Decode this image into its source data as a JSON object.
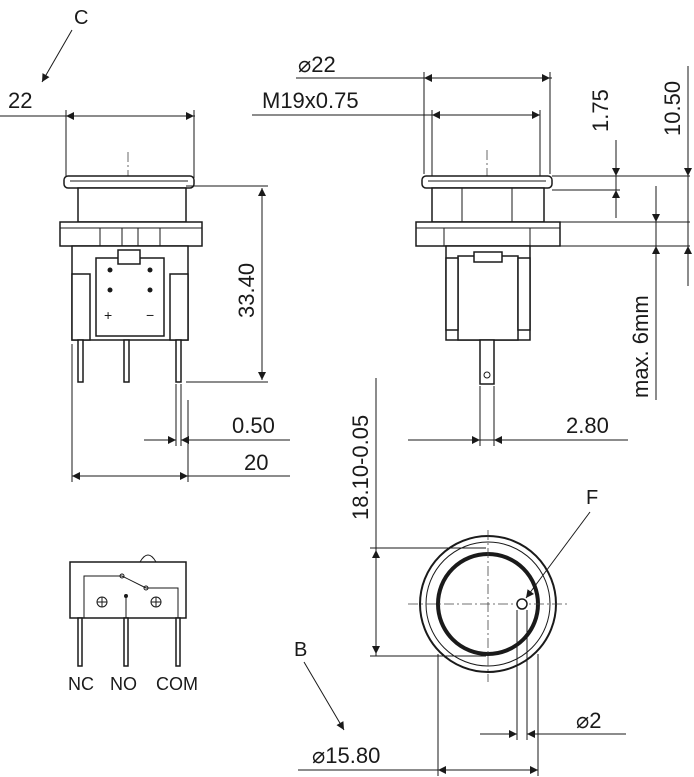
{
  "views": {
    "front": {
      "letter": "C",
      "dim_width_top": "22",
      "dim_height": "33.40",
      "dim_pin": "0.50",
      "dim_width_bottom": "20"
    },
    "side": {
      "dim_diameter": "22",
      "dim_thread": "M19x0.75",
      "dim_175": "1.75",
      "dim_1050": "10.50",
      "dim_max": "max. 6mm",
      "dim_pin_width": "2.80"
    },
    "bottom": {
      "letter_f": "F",
      "letter_b": "B",
      "dim_height": "18.10-0.05",
      "dim_small_dia": "2",
      "dim_dia": "15.80"
    },
    "schematic": {
      "nc": "NC",
      "no": "NO",
      "com": "COM"
    }
  },
  "symbols": {
    "diameter": "⌀"
  }
}
